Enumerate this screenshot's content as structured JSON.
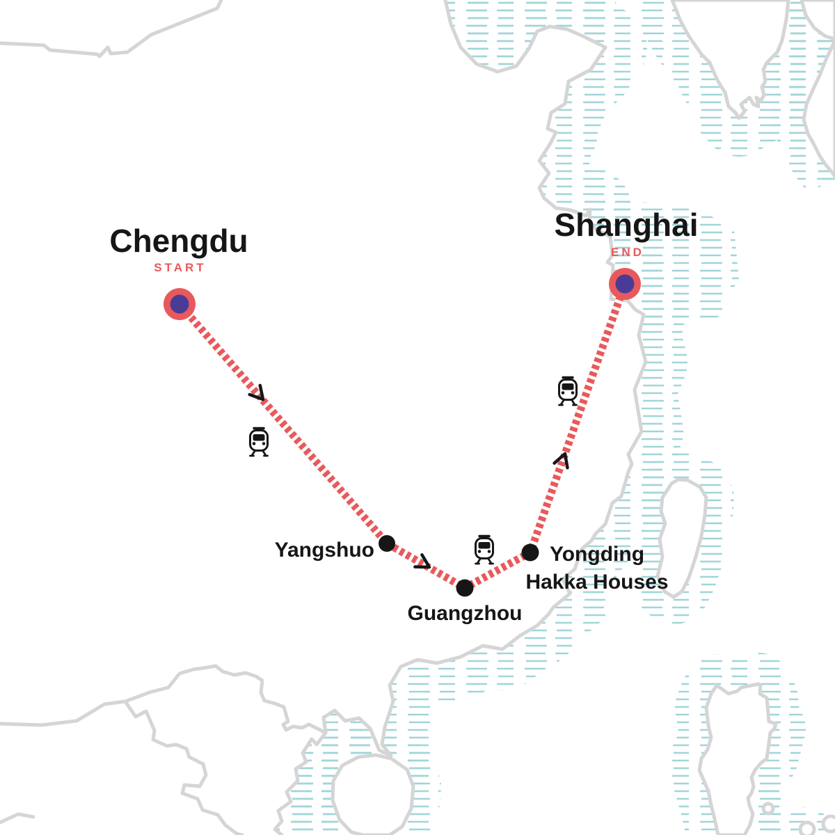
{
  "map": {
    "start": {
      "city": "Chengdu",
      "tag": "START"
    },
    "end": {
      "city": "Shanghai",
      "tag": "END"
    },
    "stops": {
      "yangshuo": "Yangshuo",
      "guangzhou": "Guangzhou",
      "yongding_line1": "Yongding",
      "yongding_line2": "Hakka Houses"
    },
    "transport_mode": "train",
    "icons": {
      "train": "train-icon",
      "direction_arrow": "chevron-arrow-icon",
      "start_marker": "start-location-marker",
      "end_marker": "end-location-marker",
      "stop_dot": "stop-dot"
    },
    "colors": {
      "route": "#E8595B",
      "marker_center": "#4A3C96",
      "stop_dot": "#161616",
      "land_outline": "#D5D5D6",
      "water_hatch": "#9FD5DA",
      "label_text": "#161616"
    }
  }
}
